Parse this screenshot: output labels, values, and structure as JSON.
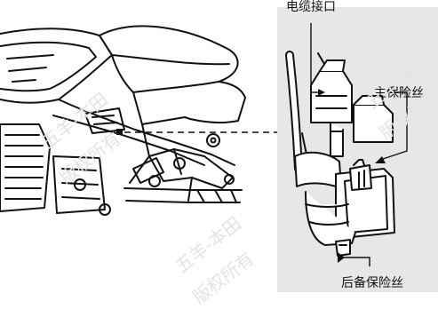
{
  "callouts": {
    "cable_connector": "电缆接口",
    "main_fuse": "主保险丝",
    "spare_fuse": "后备保险丝"
  },
  "watermarks": [
    "五羊-本田",
    "版权所有",
    "五羊-本田",
    "版权所有",
    "五羊-本田",
    "版权所有"
  ],
  "colors": {
    "panel": "#e7e7e7",
    "line": "#111111",
    "watermark": "#e3e3e3"
  }
}
